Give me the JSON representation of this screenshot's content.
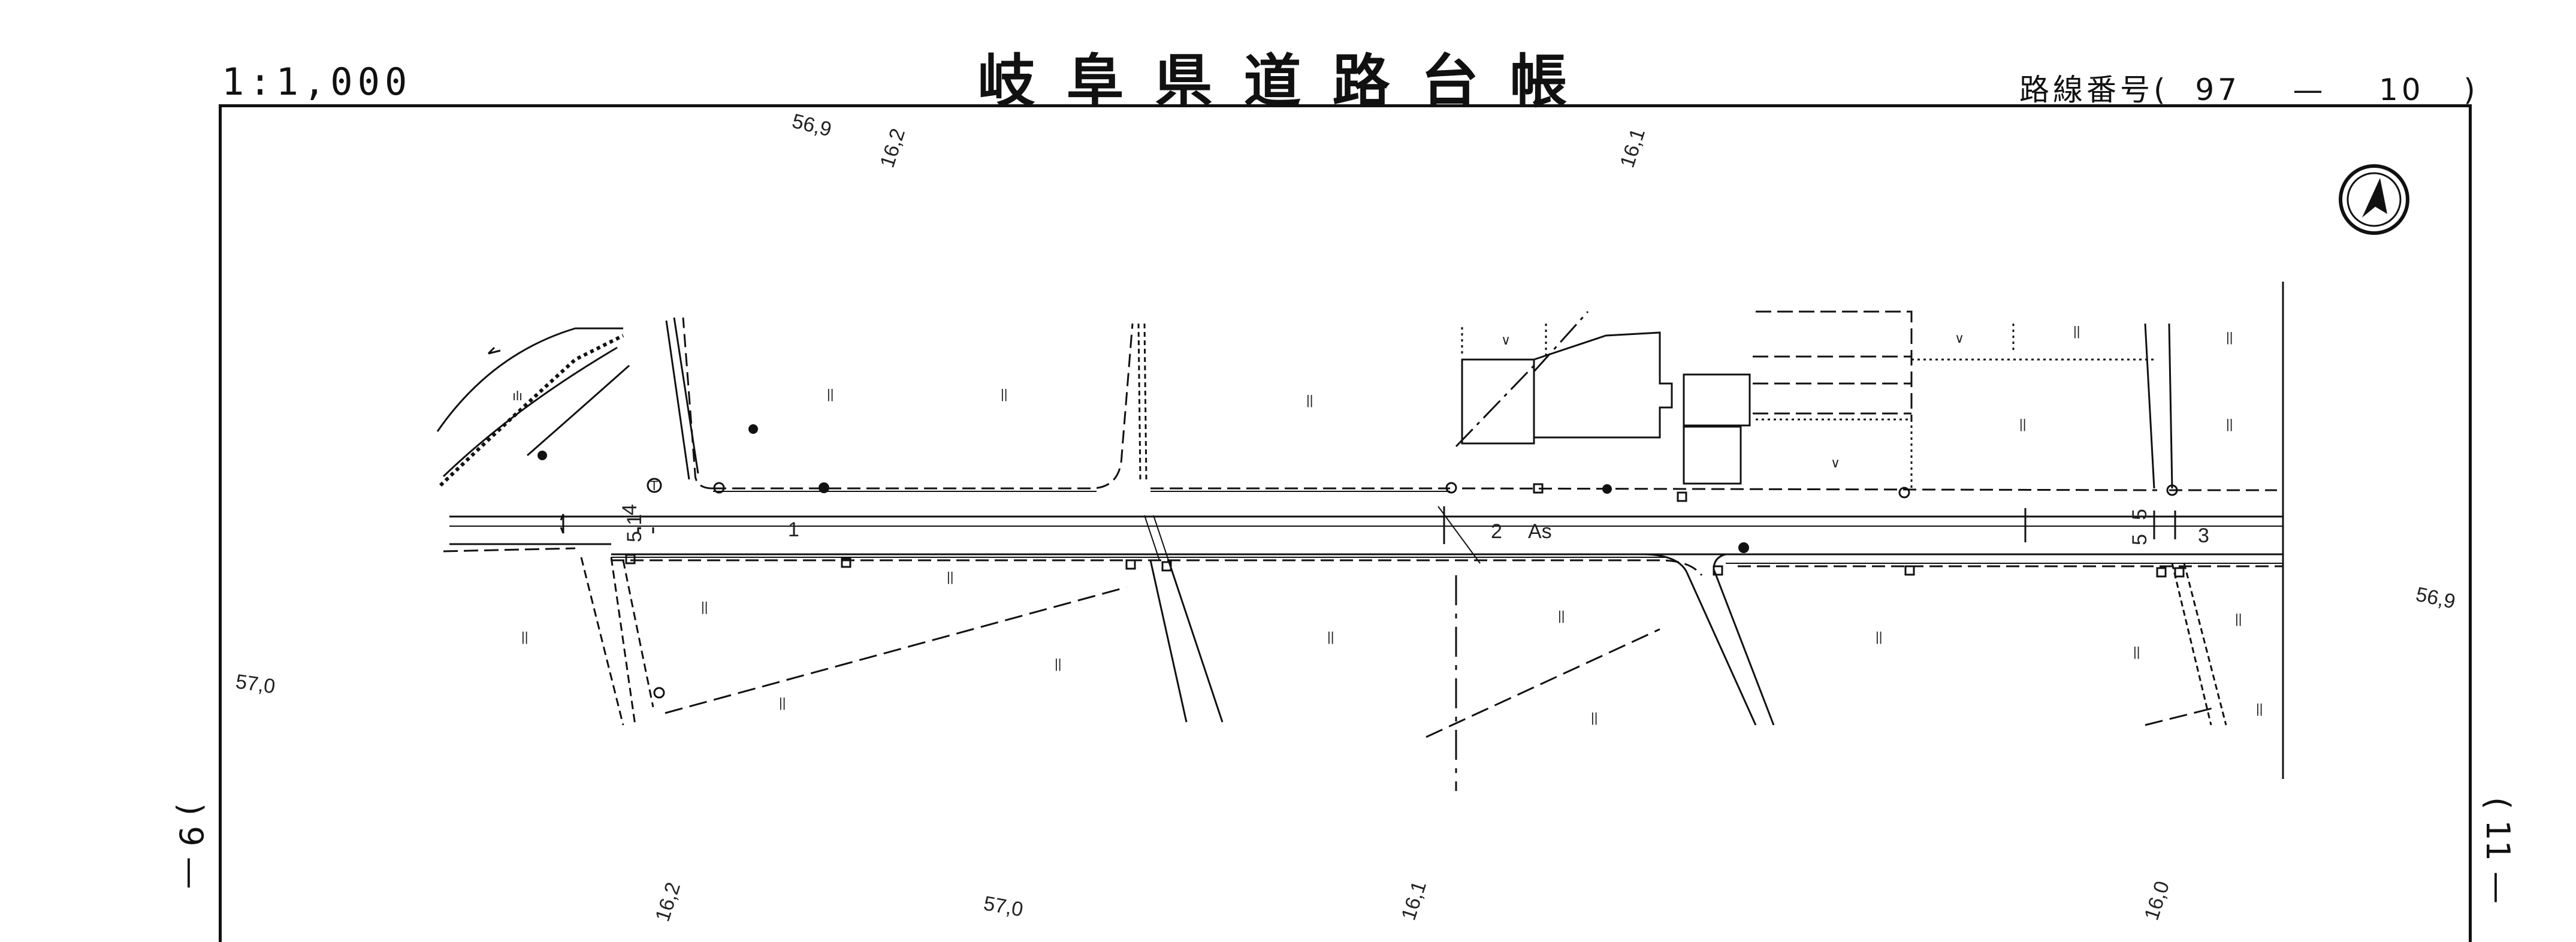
{
  "header": {
    "scale": "1:1,000",
    "title": "岐阜県道路台帳",
    "route_label": "路線番号",
    "route_open": "(",
    "route_number": "97",
    "route_dash": "—",
    "route_section": "10",
    "route_close": ")"
  },
  "sheet_marks": {
    "left": ") 9 —",
    "right": "( 11 —"
  },
  "contours": {
    "top_1": "56,9",
    "top_2": "16,2",
    "top_3": "16,1",
    "right": "56,9",
    "left": "57,0",
    "bottom_1": "16,2",
    "bottom_2": "57,0",
    "bottom_3": "16,1",
    "bottom_4": "16,0"
  },
  "road": {
    "surface": "As",
    "station_1": "1",
    "station_2": "2",
    "station_3": "3",
    "width_a": "4",
    "width_b": "5.1",
    "width_c": "5",
    "width_d": "5",
    "telephone_mark": "T"
  },
  "landuse": {
    "field": "||",
    "orchard": "ılı",
    "paddy": "∨"
  },
  "north_arrow": "north-arrow-icon"
}
